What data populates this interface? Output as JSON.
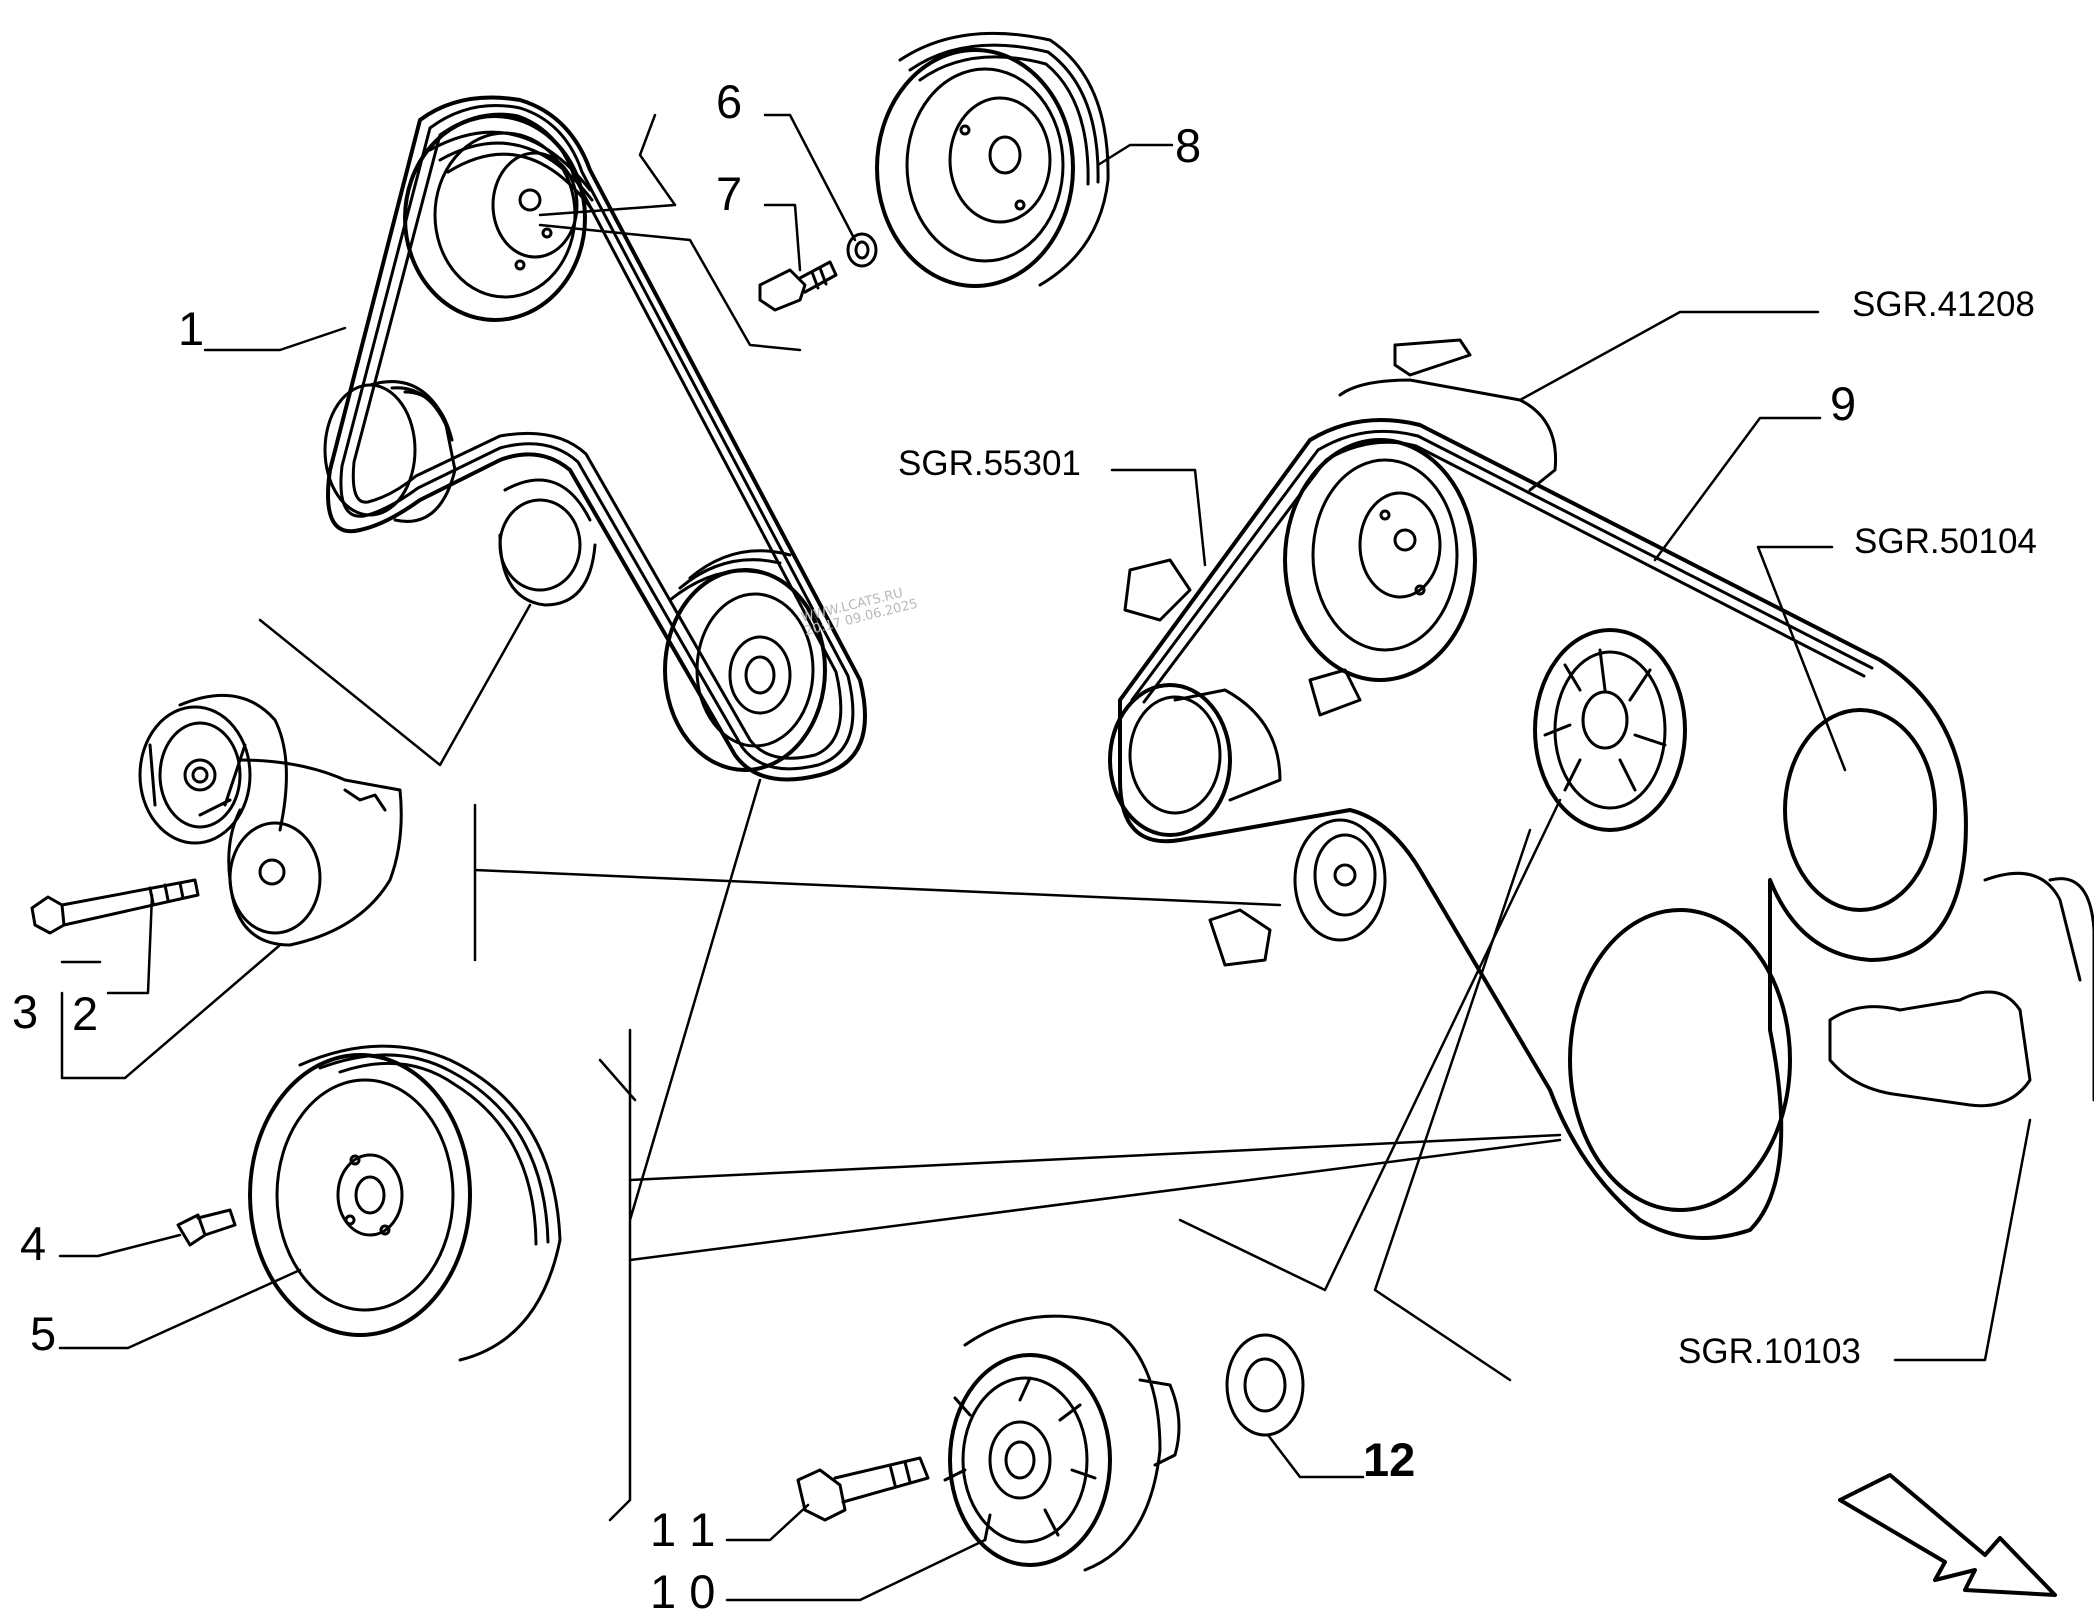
{
  "labels": {
    "p1": "1",
    "p2": "2",
    "p3": "3",
    "p4": "4",
    "p5": "5",
    "p6": "6",
    "p7": "7",
    "p8": "8",
    "p9": "9",
    "p10": "1 0",
    "p11": "1 1",
    "p12": "12",
    "sgr_41208": "SGR.41208",
    "sgr_55301": "SGR.55301",
    "sgr_50104": "SGR.50104",
    "sgr_10103": "SGR.10103"
  },
  "watermark": {
    "line1": "WWW.LCATS.RU",
    "line2": "20:17 09.06.2025"
  },
  "colors": {
    "ink": "#000000",
    "paper": "#ffffff",
    "watermark": "#b8b8b8"
  }
}
